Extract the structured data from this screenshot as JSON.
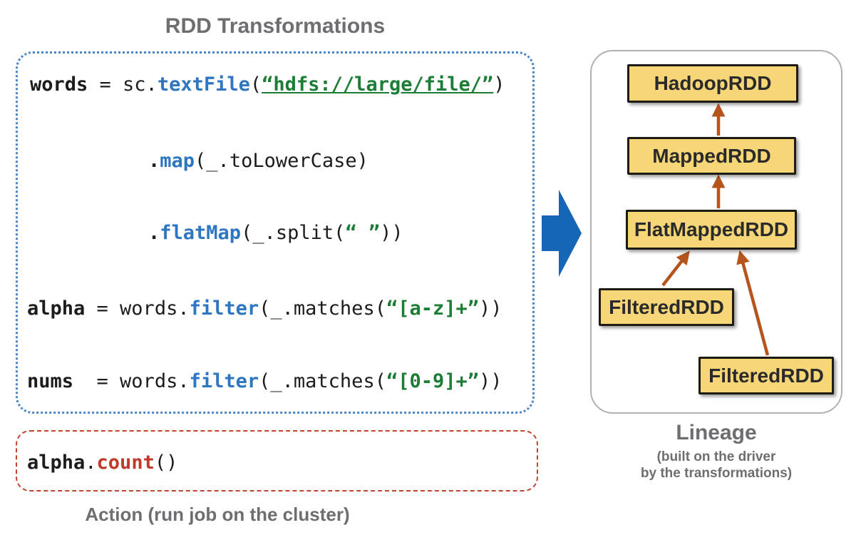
{
  "colors": {
    "keyword_blue": "#2e77c0",
    "string_green": "#1c7d36",
    "action_red": "#c0392b",
    "node_fill_yellow": "#f6d677",
    "node_border": "#1e1a14",
    "lineage_arrow_orange": "#b5541c",
    "flow_arrow_blue": "#1566b7",
    "transform_border_blue": "#4a86c8",
    "action_border_red": "#c2442d",
    "heading_gray": "#6d6e71"
  },
  "transformations": {
    "title": "RDD Transformations",
    "code": {
      "line1": {
        "variable": "words",
        "mid": " = sc.",
        "method": "textFile",
        "open": "(",
        "string": "“hdfs://large/file/”",
        "close": ")"
      },
      "line2": {
        "dot": ".",
        "method": "map",
        "rest": "(_.toLowerCase)"
      },
      "line3": {
        "dot": ".",
        "method": "flatMap",
        "open": "(_.split(",
        "string": "“ ”",
        "close": "))"
      },
      "line4": {
        "variable": "alpha",
        "mid": " = words.",
        "method": "filter",
        "open": "(_.matches(",
        "string": "“[a-z]+”",
        "close": "))"
      },
      "line5": {
        "variable": "nums",
        "mid": "  = words.",
        "method": "filter",
        "open": "(_.matches(",
        "string": "“[0-9]+”",
        "close": "))"
      }
    }
  },
  "action": {
    "code": {
      "variable": "alpha",
      "dot": ".",
      "method": "count",
      "rest": "()"
    },
    "label": "Action (run job on the cluster)"
  },
  "lineage": {
    "title": "Lineage",
    "subtitle_line1": "(built on the driver",
    "subtitle_line2": "by the transformations)",
    "nodes": [
      {
        "label": "HadoopRDD"
      },
      {
        "label": "MappedRDD"
      },
      {
        "label": "FlatMappedRDD"
      },
      {
        "label": "FilteredRDD"
      },
      {
        "label": "FilteredRDD"
      }
    ]
  }
}
